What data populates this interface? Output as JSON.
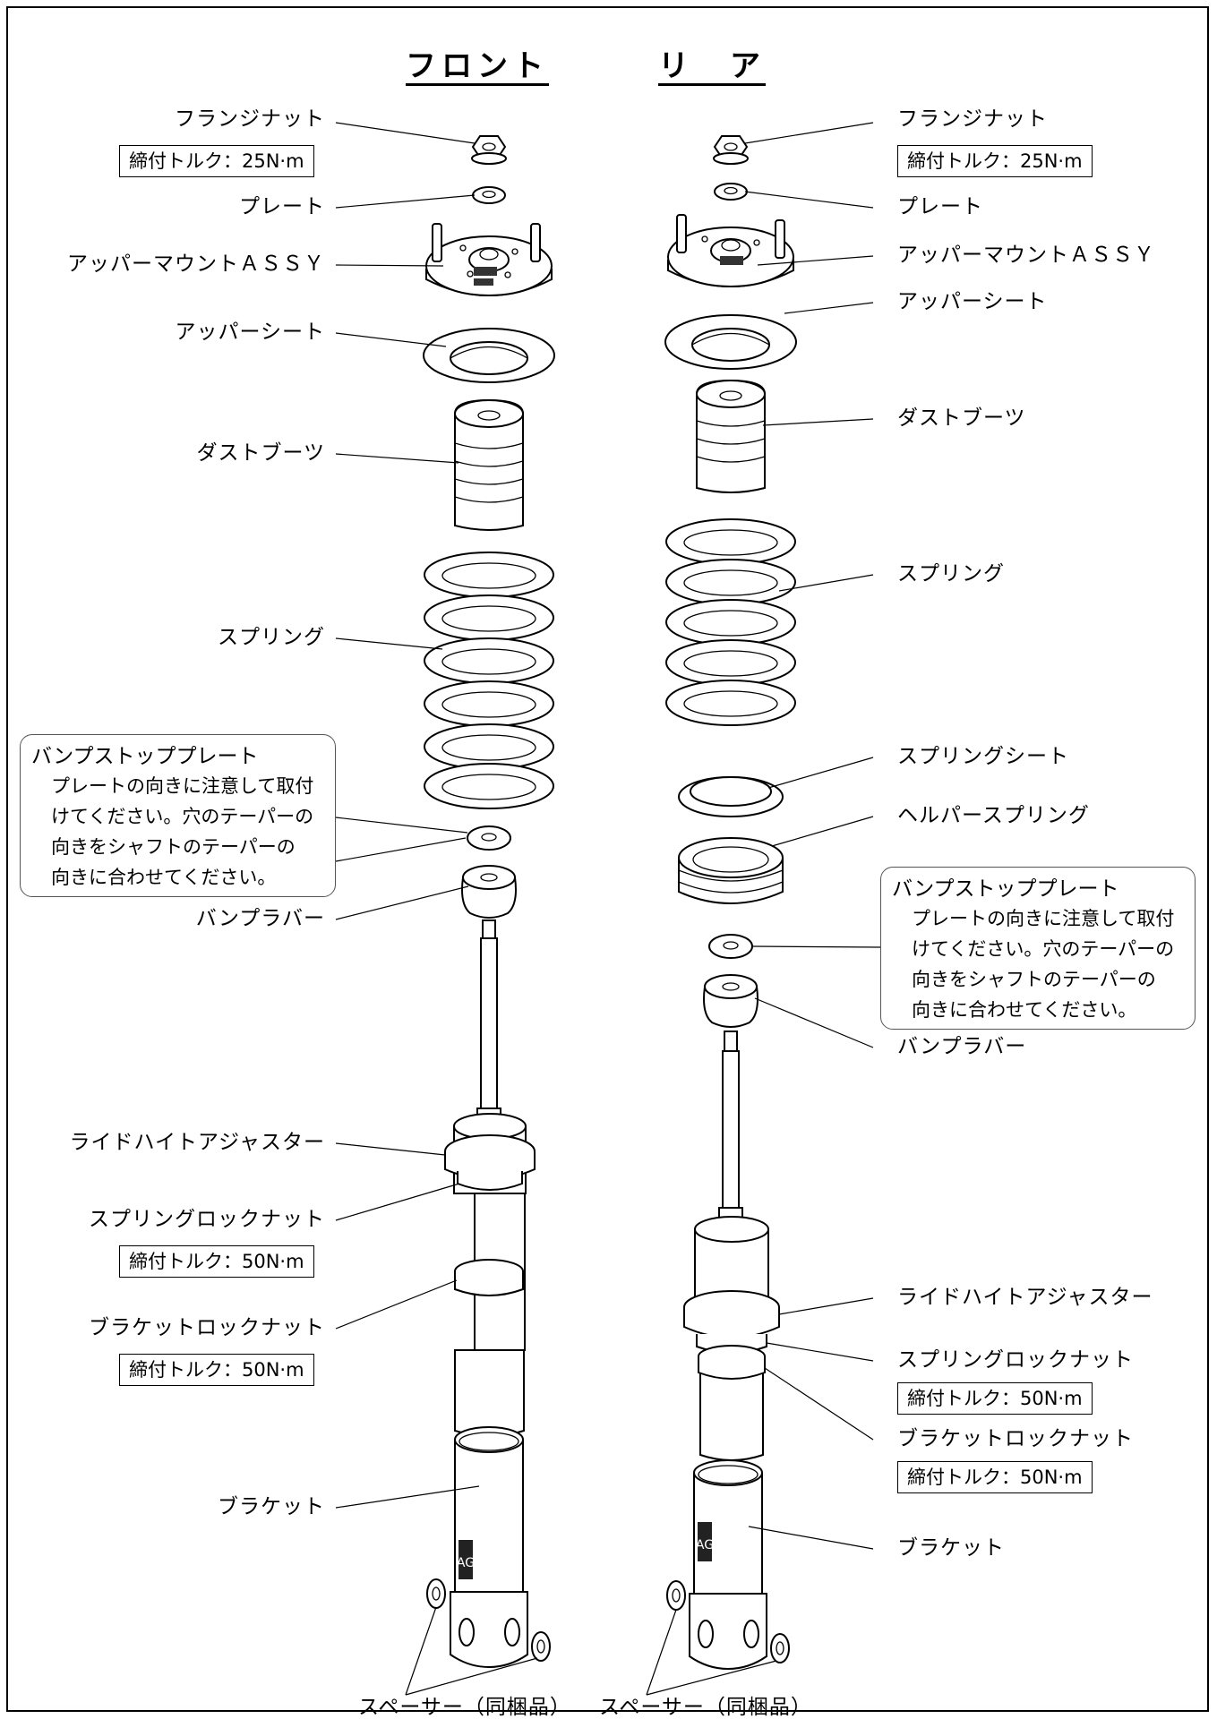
{
  "headings": {
    "front": "フロント",
    "rear": "リ　ア"
  },
  "front": {
    "flange_nut": "フランジナット",
    "flange_nut_torque": "締付トルク：25N·m",
    "plate": "プレート",
    "upper_mount": "アッパーマウントＡＳＳＹ",
    "upper_seat": "アッパーシート",
    "dust_boot": "ダストブーツ",
    "spring": "スプリング",
    "bump_rubber": "バンプラバー",
    "ride_height_adjuster": "ライドハイトアジャスター",
    "spring_lock_nut": "スプリングロックナット",
    "spring_lock_nut_torque": "締付トルク：50N·m",
    "bracket_lock_nut": "ブラケットロックナット",
    "bracket_lock_nut_torque": "締付トルク：50N·m",
    "bracket": "ブラケット",
    "spacer": "スペーサー（同梱品）",
    "note_title": "バンプストッププレート",
    "note_lines": [
      "プレートの向きに注意して取付",
      "けてください。穴のテーパーの",
      "向きをシャフトのテーパーの",
      "向きに合わせてください。"
    ]
  },
  "rear": {
    "flange_nut": "フランジナット",
    "flange_nut_torque": "締付トルク：25N·m",
    "plate": "プレート",
    "upper_mount": "アッパーマウントＡＳＳＹ",
    "upper_seat": "アッパーシート",
    "dust_boot": "ダストブーツ",
    "spring": "スプリング",
    "spring_seat": "スプリングシート",
    "helper_spring": "ヘルパースプリング",
    "bump_rubber": "バンプラバー",
    "ride_height_adjuster": "ライドハイトアジャスター",
    "spring_lock_nut": "スプリングロックナット",
    "spring_lock_nut_torque": "締付トルク：50N·m",
    "bracket_lock_nut": "ブラケットロックナット",
    "bracket_lock_nut_torque": "締付トルク：50N·m",
    "bracket": "ブラケット",
    "spacer": "スペーサー（同梱品）",
    "note_title": "バンプストッププレート",
    "note_lines": [
      "プレートの向きに注意して取付",
      "けてください。穴のテーパーの",
      "向きをシャフトのテーパーの",
      "向きに合わせてください。"
    ]
  },
  "bracket_marking": "AG"
}
